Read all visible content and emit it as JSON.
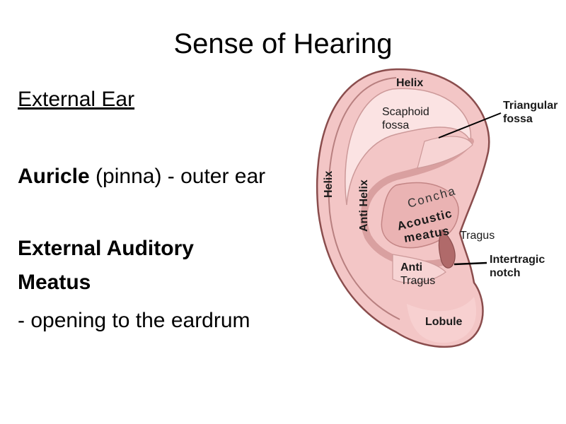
{
  "slide": {
    "title": "Sense of Hearing",
    "subtitle": "External Ear",
    "auricle": {
      "term": "Auricle",
      "rest": " (pinna) - outer ear"
    },
    "meatus": {
      "line1": "External Auditory",
      "line2": "Meatus"
    },
    "meatus_desc": " - opening to the eardrum"
  },
  "diagram": {
    "labels": {
      "helix_top": "Helix",
      "scaphoid_1": "Scaphoid",
      "scaphoid_2": "fossa",
      "triangular_1": "Triangular",
      "triangular_2": "fossa",
      "helix_side": "Helix",
      "anti_helix": "Anti Helix",
      "concha": "Concha",
      "acoustic": "Acoustic",
      "meatus": "meatus",
      "tragus": "Tragus",
      "intertragic_1": "Intertragic",
      "intertragic_2": "notch",
      "anti_tragus_1": "Anti",
      "anti_tragus_2": "Tragus",
      "lobule": "Lobule"
    },
    "colors": {
      "skin": "#f3c6c6",
      "skin_light": "#fbe3e3",
      "shadow": "#d9a0a0",
      "outline": "#8a4d4d",
      "canal": "#b06a6a"
    }
  }
}
